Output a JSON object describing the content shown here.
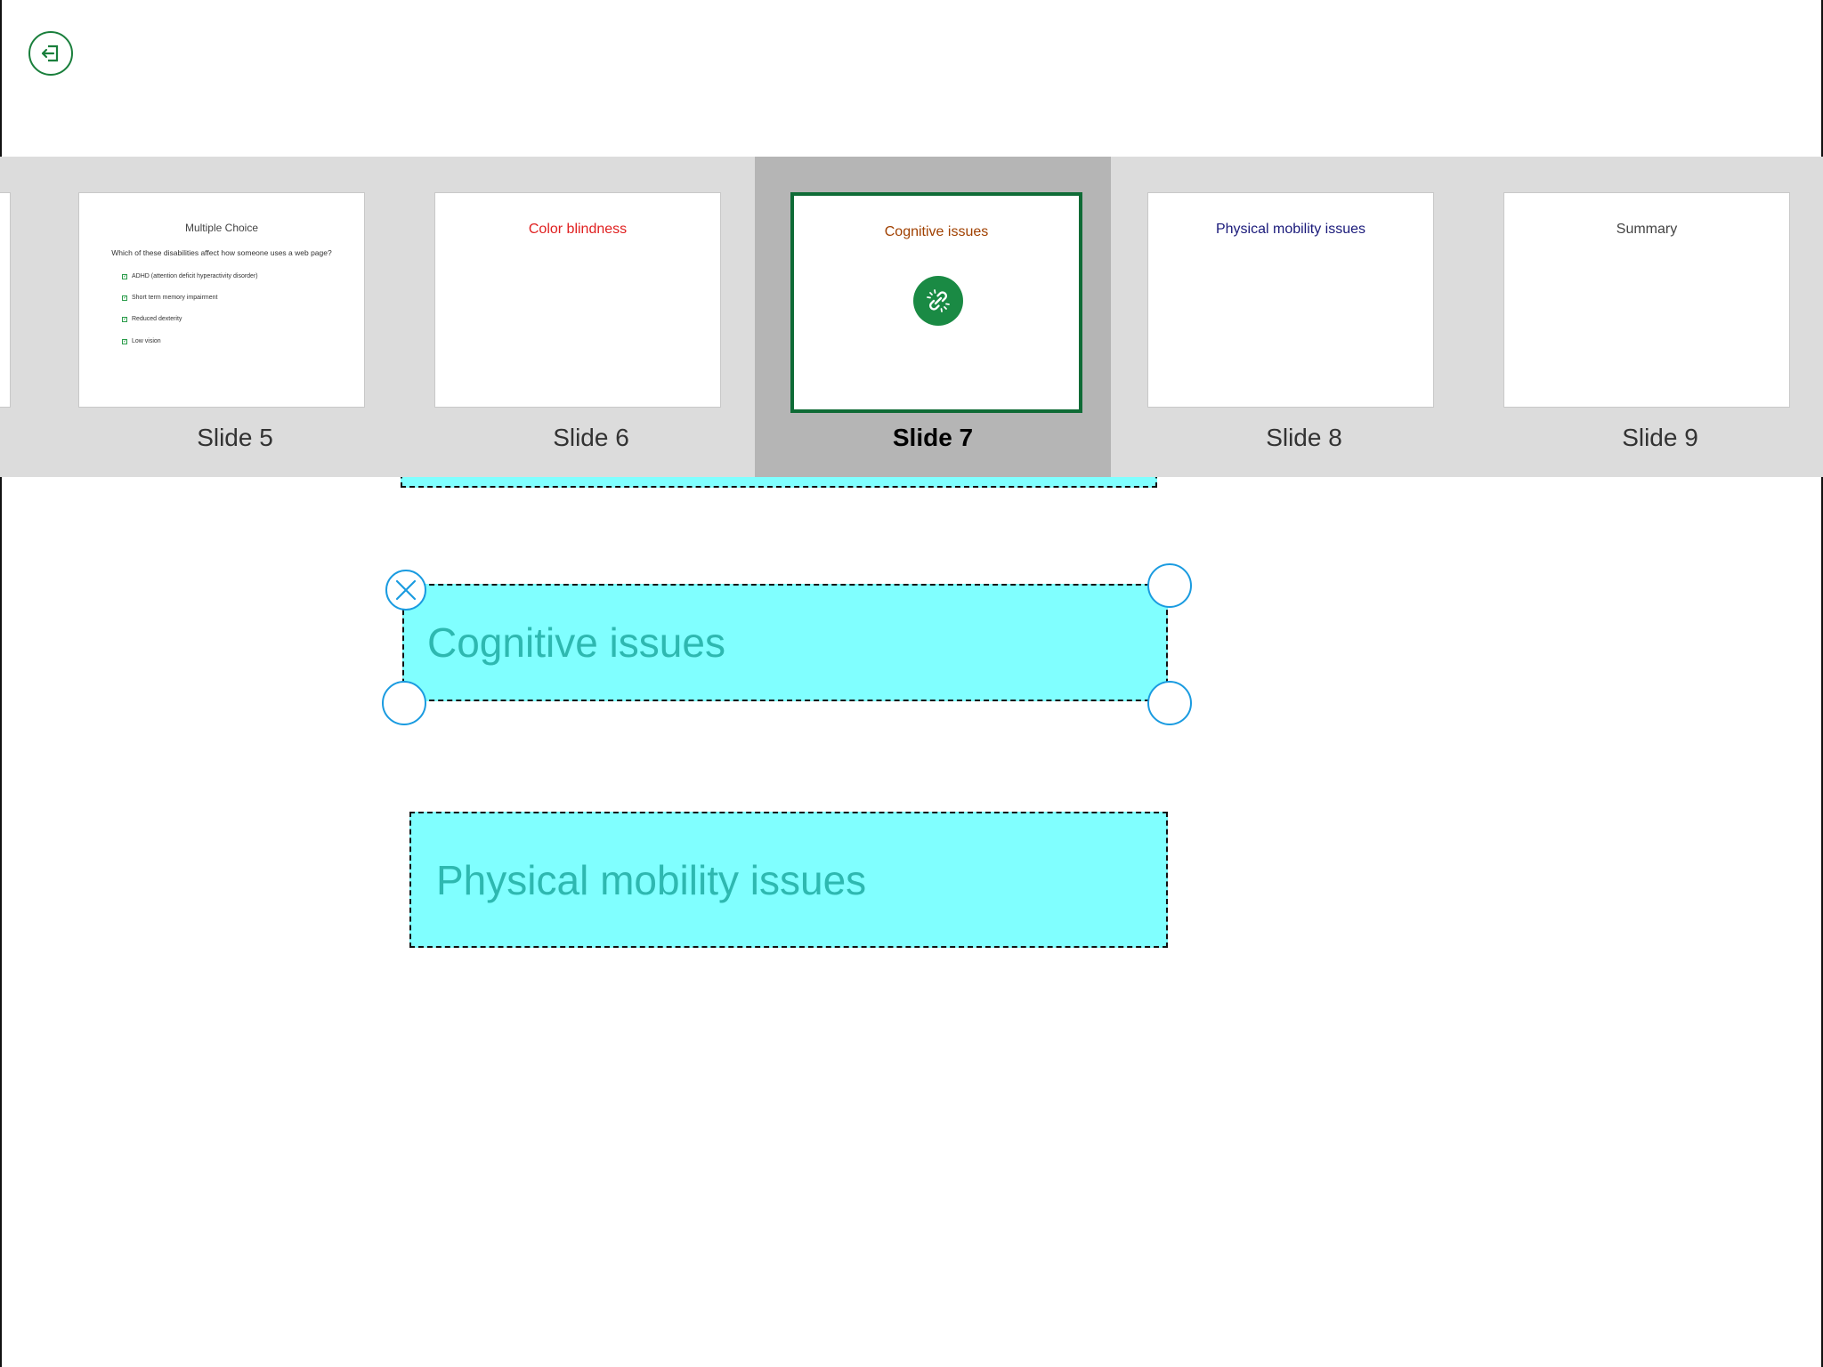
{
  "toolbar": {
    "exit_icon": "exit-icon"
  },
  "slides": [
    {
      "label": "Slide 5",
      "title": "Multiple Choice",
      "title_color": "#444444",
      "question": "Which of these disabilities affect how someone uses a web page?",
      "options": [
        "ADHD (attention deficit hyperactivity disorder)",
        "Short term memory impairment",
        "Reduced dexterity",
        "Low vision"
      ]
    },
    {
      "label": "Slide 6",
      "title": "Color blindness",
      "title_color": "#e02020"
    },
    {
      "label": "Slide 7",
      "title": "Cognitive issues",
      "title_color": "#a04000",
      "active": true,
      "badge_icon": "link-icon"
    },
    {
      "label": "Slide 8",
      "title": "Physical mobility issues",
      "title_color": "#1a1a7a"
    },
    {
      "label": "Slide 9",
      "title": "Summary",
      "title_color": "#444444"
    }
  ],
  "canvas": {
    "boxes": [
      {
        "text": ""
      },
      {
        "text": "Cognitive issues",
        "selected": true
      },
      {
        "text": "Physical mobility issues"
      }
    ]
  },
  "colors": {
    "accent_green": "#1a7f3c",
    "handle_blue": "#1a9be0",
    "box_fill": "#80ffff",
    "box_text": "#2eb8b0"
  }
}
